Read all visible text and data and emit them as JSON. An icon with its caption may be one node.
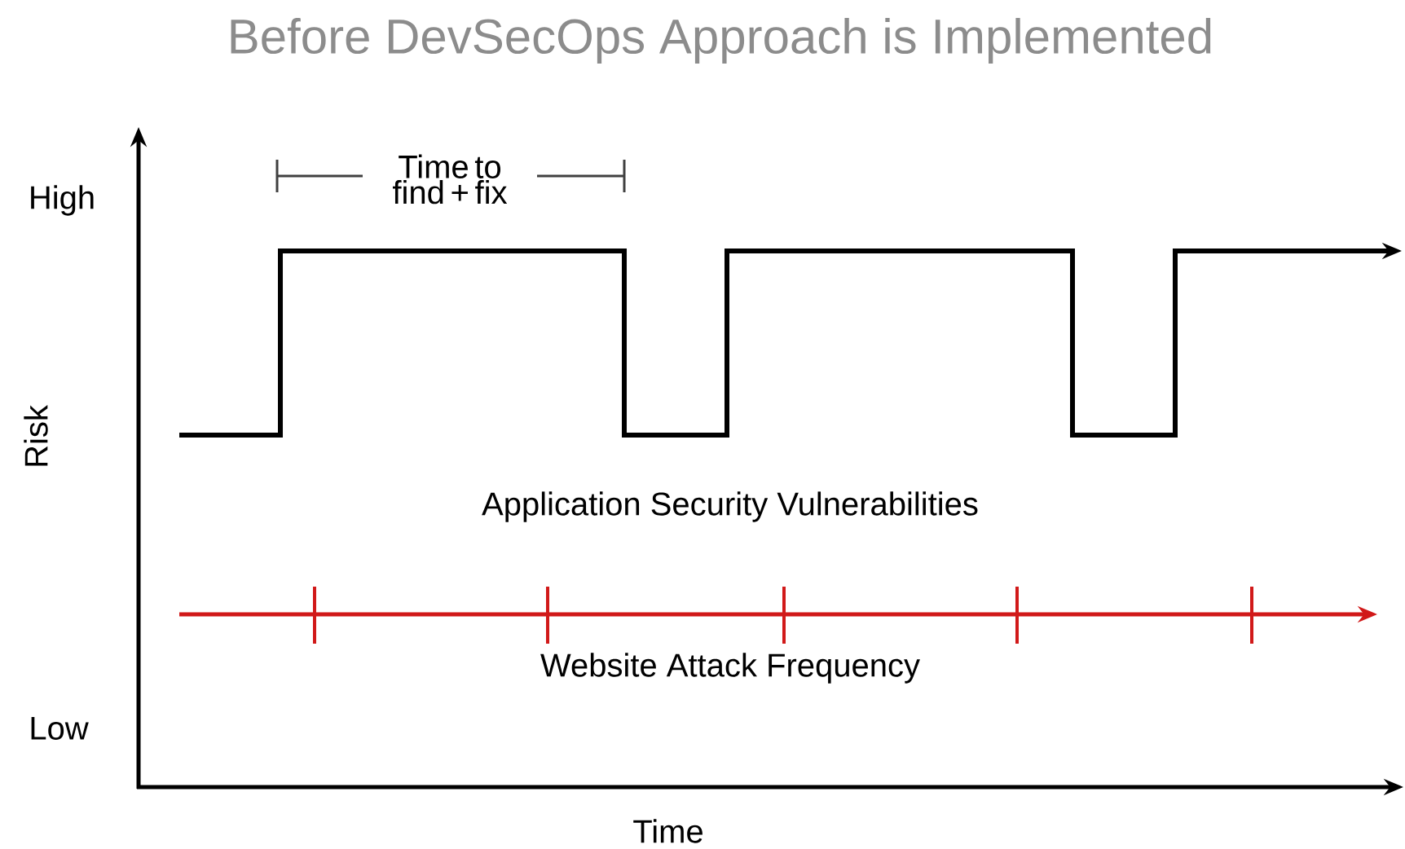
{
  "diagram": {
    "title": "Before DevSecOps Approach is Implemented",
    "labels": [
      "High",
      "Time to find + fix",
      "Risk",
      "Application Security Vulnerabilities",
      "Website Attack Frequency",
      "Low",
      "Time"
    ]
  }
}
